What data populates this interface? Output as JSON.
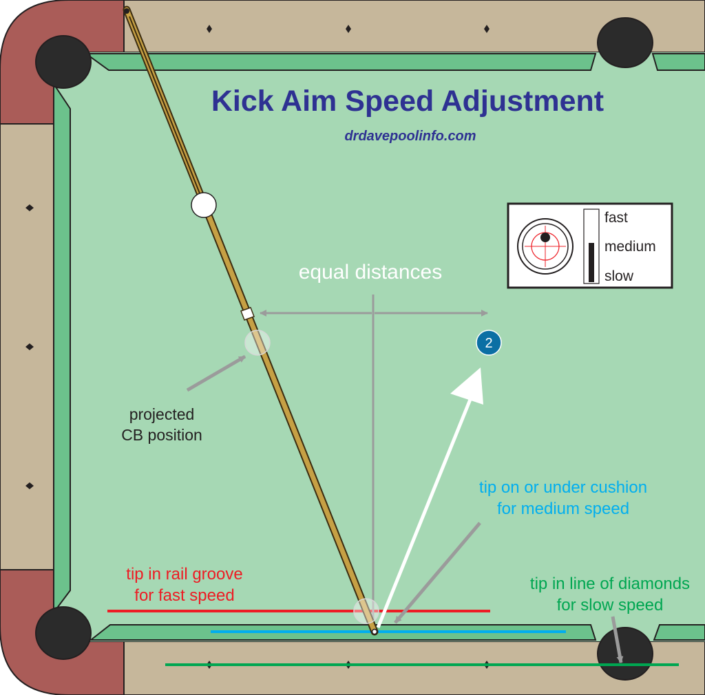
{
  "title": "Kick Aim Speed Adjustment",
  "website": "drdavepoolinfo.com",
  "labels": {
    "equal_distances": "equal distances",
    "projected_line1": "projected",
    "projected_line2": "CB position",
    "medium_line1": "tip on or under cushion",
    "medium_line2": "for medium speed",
    "fast_line1": "tip in rail groove",
    "fast_line2": "for fast speed",
    "slow_line1": "tip in line of diamonds",
    "slow_line2": "for slow speed"
  },
  "legend": {
    "fast": "fast",
    "medium": "medium",
    "slow": "slow",
    "selected_speed": "medium"
  },
  "object_ball": {
    "number": "2",
    "color": "#0b6fa4"
  },
  "colors": {
    "felt": "#a6d8b4",
    "cushion": "#6cc28c",
    "rail_wood": "#c6b79b",
    "pocket_leather": "#aa5c58",
    "pocket_hole": "#2b2b2b",
    "fast_line": "#ed1c24",
    "medium_line": "#00aeef",
    "slow_line": "#00a651",
    "title": "#2e3192",
    "guide_gray": "#9b9b9b",
    "cue_wood": "#c6a044"
  }
}
